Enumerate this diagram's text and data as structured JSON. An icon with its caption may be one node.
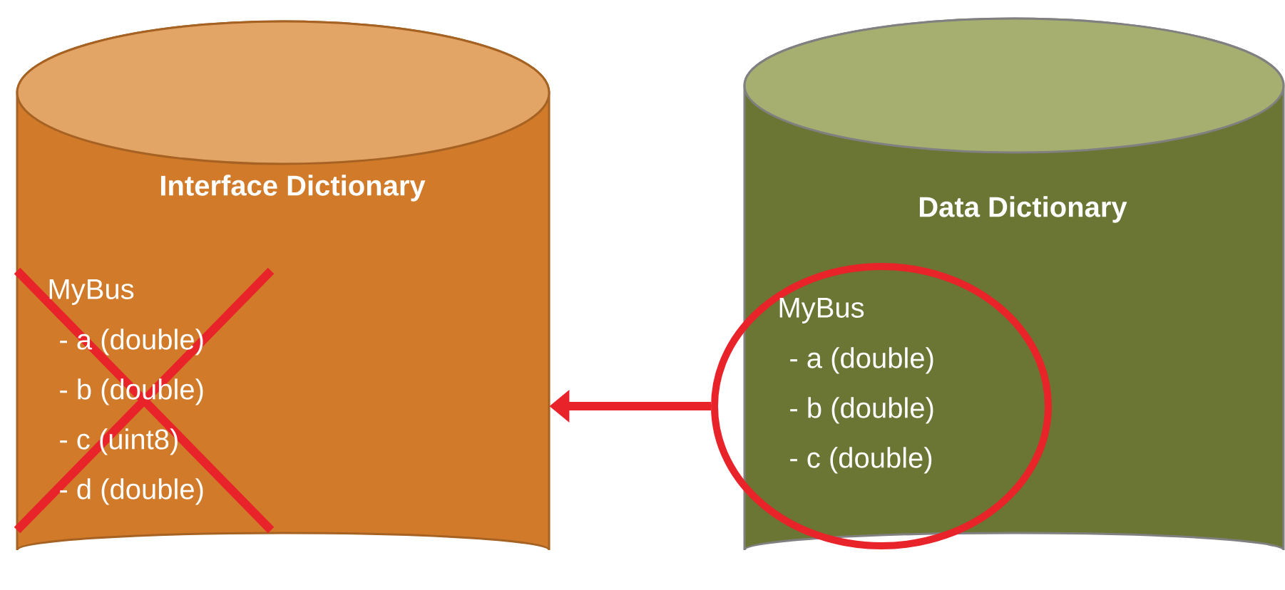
{
  "diagram": {
    "nodes": [
      {
        "text": [
          "Interface Dictionary",
          "MyBus",
          "- a (double)",
          "- b (double)",
          "- c (uint8)",
          "- d (double)"
        ]
      },
      {
        "text": [
          "Data Dictionary"
        ]
      },
      {
        "text": [
          "MyBus",
          "- a (double)",
          "- b (double)",
          "- c (double)"
        ],
        "in": 1
      }
    ],
    "edges": [
      {
        "from": 2,
        "to": 0,
        "arrow": "to",
        "color": "#e8232a"
      }
    ]
  }
}
